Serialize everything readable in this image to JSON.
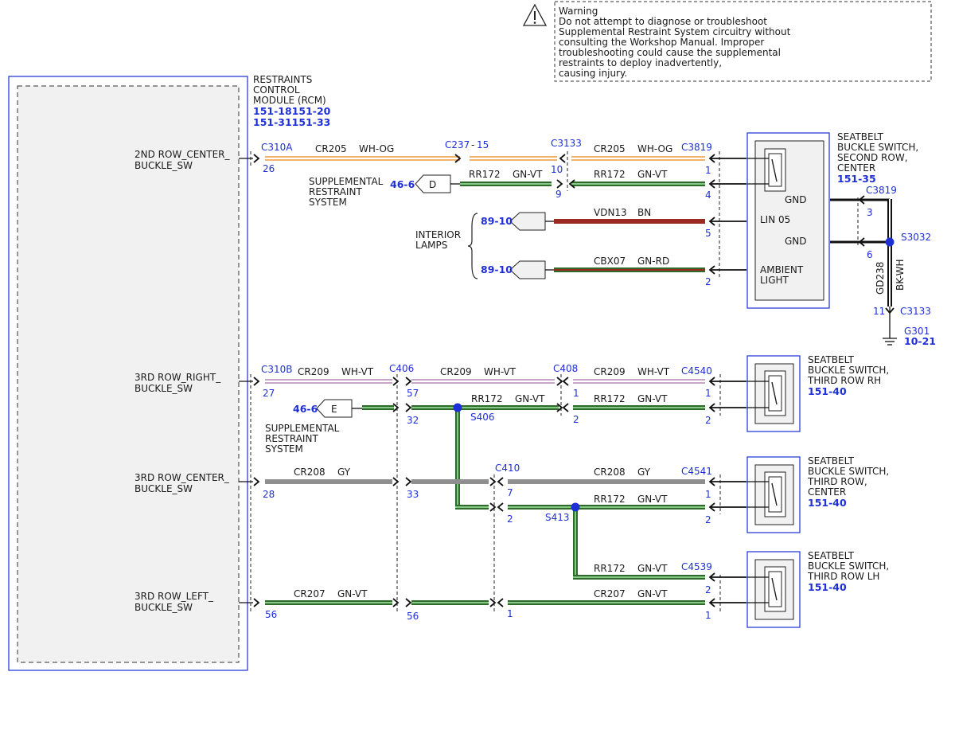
{
  "warning": {
    "title": "Warning",
    "lines": [
      "Do not attempt to diagnose or troubleshoot",
      "Supplemental Restraint System circuitry without",
      "consulting the Workshop Manual. Improper",
      "troubleshooting could cause the supplemental",
      "restraints to deploy inadvertently,",
      "causing injury."
    ]
  },
  "rcm": {
    "name_lines": [
      "RESTRAINTS",
      "CONTROL",
      "MODULE (RCM)"
    ],
    "ref1": "151-18151-20",
    "ref2": "151-31151-33",
    "inputs": [
      [
        "2ND ROW_CENTER_",
        "BUCKLE_SW"
      ],
      [
        "3RD ROW_RIGHT_",
        "BUCKLE_SW"
      ],
      [
        "3RD ROW_CENTER_",
        "BUCKLE_SW"
      ],
      [
        "3RD ROW_LEFT_",
        "BUCKLE_SW"
      ]
    ]
  },
  "connectors": {
    "c310a": "C310A",
    "c310b": "C310B",
    "c237": "C237",
    "c237_sep": "-",
    "c237_pin": "15",
    "c3133": "C3133",
    "c3819": "C3819",
    "c406": "C406",
    "c408": "C408",
    "c4540": "C4540",
    "c410": "C410",
    "c4541": "C4541",
    "c4539": "C4539",
    "c3819b": "C3819",
    "c3133b": "C3133"
  },
  "pins": {
    "p26": "26",
    "p10": "10",
    "p1a": "1",
    "p9": "9",
    "p4": "4",
    "p5": "5",
    "p2a": "2",
    "p3": "3",
    "p6": "6",
    "p11": "11",
    "p27": "27",
    "p57": "57",
    "p1b": "1",
    "p1c": "1",
    "p32": "32",
    "p2b": "2",
    "p2c": "2",
    "p28": "28",
    "p33": "33",
    "p7": "7",
    "p1d": "1",
    "p2d": "2",
    "p2e": "2",
    "p2f": "2",
    "p56a": "56",
    "p56b": "56",
    "p1e": "1",
    "p1f": "1"
  },
  "wires": {
    "w1a": [
      "CR205",
      "WH-OG"
    ],
    "w1b": [
      "CR205",
      "WH-OG"
    ],
    "w2a": [
      "RR172",
      "GN-VT"
    ],
    "w2b": [
      "RR172",
      "GN-VT"
    ],
    "w3": [
      "VDN13",
      "BN"
    ],
    "w4": [
      "CBX07",
      "GN-RD"
    ],
    "w5a": [
      "CR209",
      "WH-VT"
    ],
    "w5b": [
      "CR209",
      "WH-VT"
    ],
    "w5c": [
      "CR209",
      "WH-VT"
    ],
    "w6a": [
      "RR172",
      "GN-VT"
    ],
    "w6b": [
      "RR172",
      "GN-VT"
    ],
    "w7a": [
      "CR208",
      "GY"
    ],
    "w7b": [
      "CR208",
      "GY"
    ],
    "w8": [
      "RR172",
      "GN-VT"
    ],
    "w9": [
      "RR172",
      "GN-VT"
    ],
    "w10a": [
      "CR207",
      "GN-VT"
    ],
    "w10b": [
      "CR207",
      "GN-VT"
    ],
    "gd238": "GD238",
    "bkwh": "BK-WH"
  },
  "splices": {
    "s406": "S406",
    "s413": "S413",
    "s3032": "S3032"
  },
  "ground": {
    "name": "G301",
    "ref": "10-21"
  },
  "srs": {
    "lines": [
      "SUPPLEMENTAL",
      "RESTRAINT",
      "SYSTEM"
    ],
    "ref": "46-6",
    "conn_d": "D",
    "conn_e": "E"
  },
  "lamps": {
    "lines": [
      "INTERIOR",
      "LAMPS"
    ],
    "ref1": "89-10",
    "ref2": "89-10"
  },
  "sw2": {
    "lines": [
      "SEATBELT",
      "BUCKLE SWITCH,",
      "SECOND ROW,",
      "CENTER"
    ],
    "ref": "151-35",
    "pins": {
      "gnd1": "GND",
      "lin": "LIN 05",
      "gnd2": "GND",
      "amb1": "AMBIENT",
      "amb2": "LIGHT"
    }
  },
  "sw3rh": {
    "lines": [
      "SEATBELT",
      "BUCKLE SWITCH,",
      "THIRD ROW RH"
    ],
    "ref": "151-40"
  },
  "sw3c": {
    "lines": [
      "SEATBELT",
      "BUCKLE SWITCH,",
      "THIRD ROW,",
      "CENTER"
    ],
    "ref": "151-40"
  },
  "sw3lh": {
    "lines": [
      "SEATBELT",
      "BUCKLE SWITCH,",
      "THIRD ROW LH"
    ],
    "ref": "151-40"
  },
  "colors": {
    "module_border": "#2a3fd8",
    "pin_text": "#1f2fd6",
    "green": "#2e6b2a",
    "brown": "#9b2b22",
    "gray": "#8f8f8f",
    "wh_og": "#f1b46a",
    "wh_vt": "#c8a6c8"
  }
}
